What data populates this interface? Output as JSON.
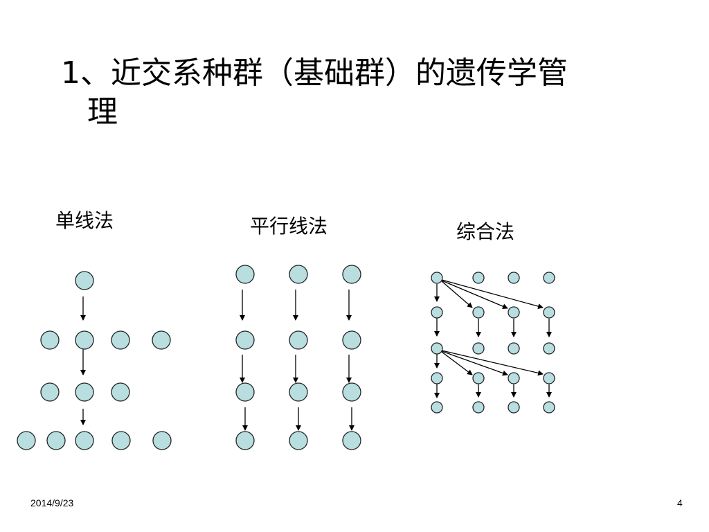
{
  "slide": {
    "title_line1": "1、近交系种群（基础群）的遗传学管",
    "title_line2": "理",
    "methods": [
      {
        "label": "单线法"
      },
      {
        "label": "平行线法"
      },
      {
        "label": "综合法"
      }
    ],
    "footer": {
      "date": "2014/9/23",
      "page": "4"
    },
    "colors": {
      "node_fill": "#b8dedf",
      "node_stroke": "#222222",
      "arrow": "#000000"
    }
  }
}
